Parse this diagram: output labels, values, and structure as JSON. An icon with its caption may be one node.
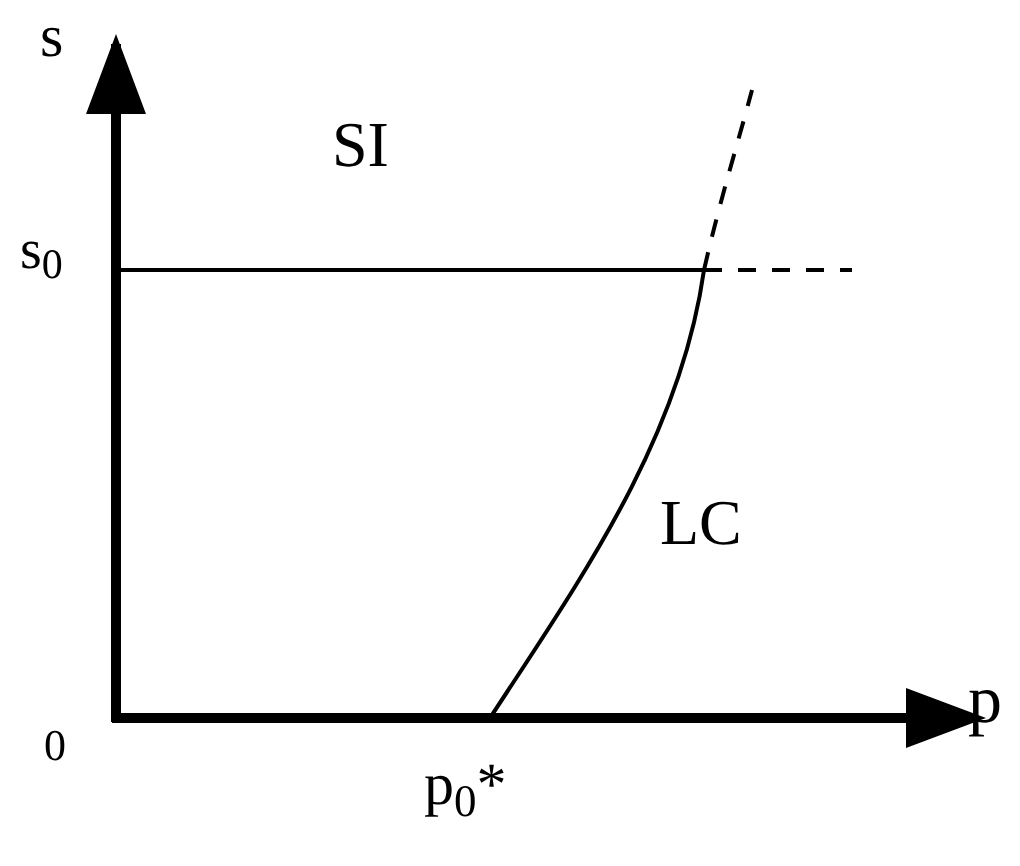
{
  "diagram": {
    "labels": [
      "s",
      "s$_{0}$",
      "0",
      "SI",
      "LC",
      "p",
      "p$_{0}$*"
    ]
  }
}
